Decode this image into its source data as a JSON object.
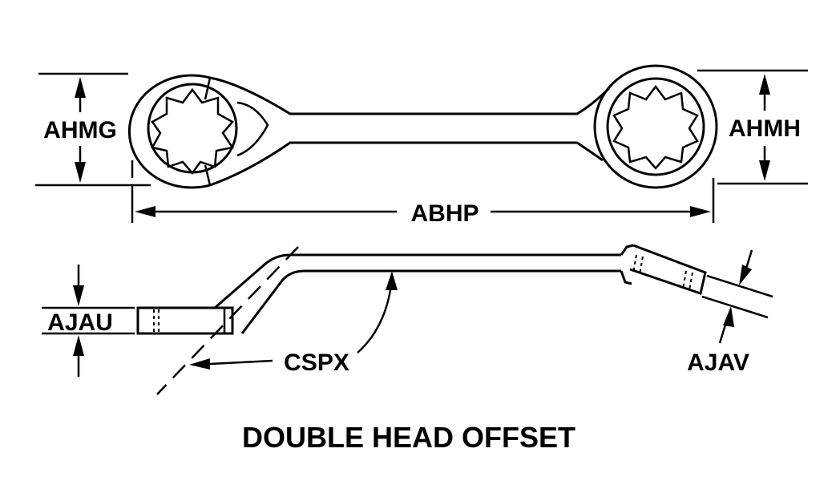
{
  "labels": {
    "ahmg": "AHMG",
    "ahmh": "AHMH",
    "abhp": "ABHP",
    "ajau": "AJAU",
    "cspx": "CSPX",
    "ajav": "AJAV"
  },
  "title": "DOUBLE HEAD OFFSET",
  "colors": {
    "ink": "#000000",
    "background": "#ffffff"
  }
}
